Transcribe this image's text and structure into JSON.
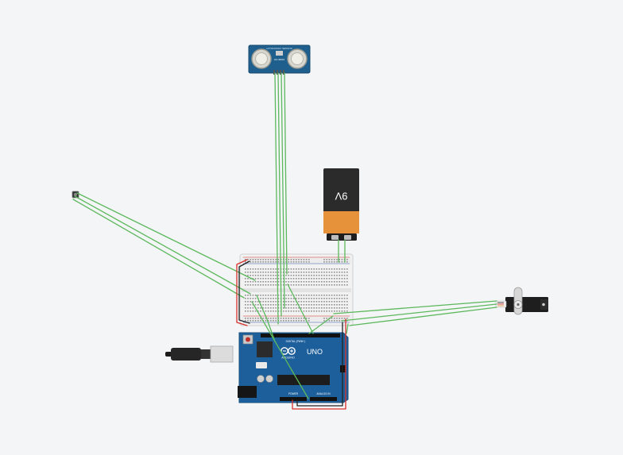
{
  "components": {
    "ultrasonic_sensor": {
      "header_text": "ULTRASONIC SENSOR",
      "model_label": "HC-SR04"
    },
    "battery": {
      "voltage_label": "9V"
    },
    "arduino": {
      "model_label": "UNO",
      "brand_label": "ARDUINO",
      "digital_header_label": "DIGITAL (PWM~)",
      "power_header_label": "POWER",
      "analog_header_label": "ANALOG IN"
    }
  },
  "colors": {
    "canvas_background": "#f4f5f7",
    "wire_signal": "#5cb85c",
    "wire_power": "#d9302c",
    "wire_ground": "#222222",
    "arduino_board": "#1d5f9b",
    "sensor_board": "#1f5f8e",
    "battery_body": "#2b2b2b",
    "battery_band": "#e6923a",
    "breadboard": "#f2f2f2"
  }
}
